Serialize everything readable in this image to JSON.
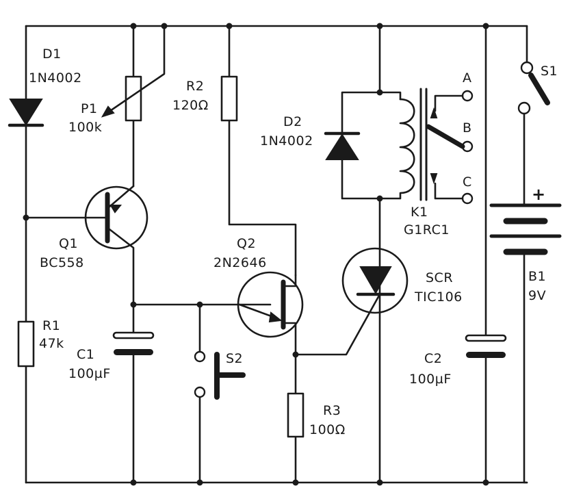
{
  "components": {
    "D1": {
      "ref": "D1",
      "value": "1N4002"
    },
    "P1": {
      "ref": "P1",
      "value": "100k"
    },
    "R2": {
      "ref": "R2",
      "value": "120Ω"
    },
    "D2": {
      "ref": "D2",
      "value": "1N4002"
    },
    "K1": {
      "ref": "K1",
      "value": "G1RC1",
      "contacts": [
        "A",
        "B",
        "C"
      ]
    },
    "S1": {
      "ref": "S1"
    },
    "B1": {
      "ref": "B1",
      "value": "9V",
      "polarity": "+"
    },
    "Q1": {
      "ref": "Q1",
      "value": "BC558"
    },
    "Q2": {
      "ref": "Q2",
      "value": "2N2646"
    },
    "SCR": {
      "ref": "SCR",
      "value": "TIC106"
    },
    "R1": {
      "ref": "R1",
      "value": "47k"
    },
    "C1": {
      "ref": "C1",
      "value": "100µF"
    },
    "S2": {
      "ref": "S2"
    },
    "C2": {
      "ref": "C2",
      "value": "100µF"
    },
    "R3": {
      "ref": "R3",
      "value": "100Ω"
    }
  }
}
